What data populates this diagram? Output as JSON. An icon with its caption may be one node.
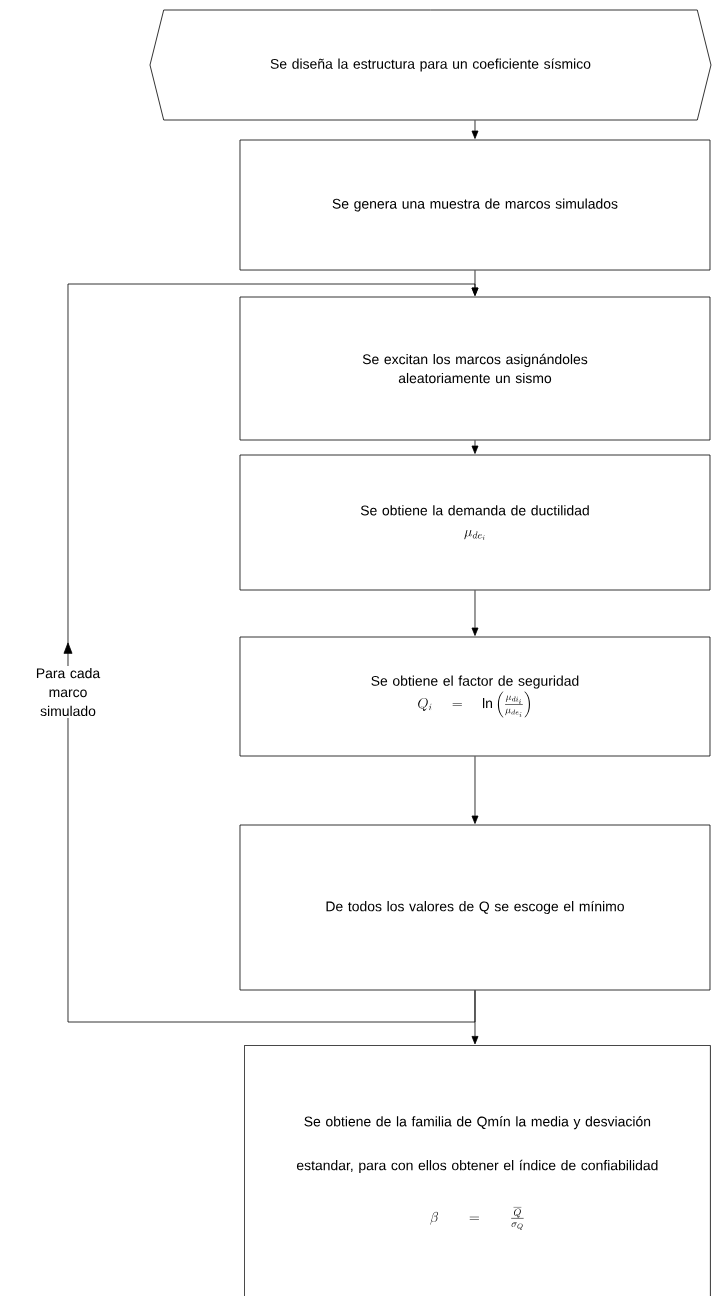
{
  "diagram": {
    "nodes": [
      {
        "text": [
          "Se diseña la estructura para un coeficiente sísmico"
        ]
      },
      {
        "text": [
          "Se genera una muestra de marcos simulados"
        ]
      },
      {
        "text": [
          "Se excitan los marcos asignándoles aleatoriamente un sismo"
        ]
      },
      {
        "text": [
          "Se obtiene la demanda de ductilidad",
          "\\mu_{de_{i}}"
        ]
      },
      {
        "text": [
          "Se obtiene el factor de seguridad",
          "Q_{i} = \\ln\\left(\\frac{\\mu_{di_{i}}}{\\mu_{de_{i}}}\\right)"
        ]
      },
      {
        "text": [
          "De todos los valores de Q se escoge el mínimo"
        ]
      },
      {
        "text": [
          "Se obtiene de la familia de Qmín la media y desviación estandar, para con ellos obtener el índice de confiabilidad",
          "\\beta = \\frac{\\overline{Q}}{\\sigma_{Q}}"
        ]
      }
    ],
    "edges": [
      {
        "from": 0,
        "to": 1,
        "arrow": "to"
      },
      {
        "from": 1,
        "to": 2,
        "arrow": "to"
      },
      {
        "from": 2,
        "to": 3,
        "arrow": "to"
      },
      {
        "from": 3,
        "to": 4,
        "arrow": "to"
      },
      {
        "from": 4,
        "to": 5,
        "arrow": "to"
      },
      {
        "from": 5,
        "to": 6,
        "arrow": "to"
      },
      {
        "from": 5,
        "to": 2,
        "arrow": "to",
        "label": "Para cada marco simulado"
      }
    ]
  }
}
